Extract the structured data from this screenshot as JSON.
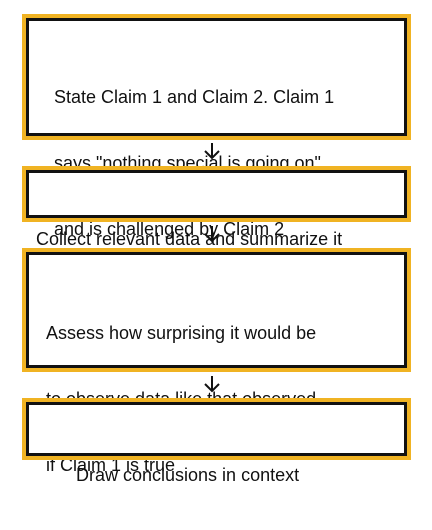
{
  "flowchart": {
    "steps": [
      {
        "lines": [
          "State Claim 1 and Claim 2. Claim 1",
          "says \"nothing special is going on\"",
          "and is challenged by Claim 2"
        ]
      },
      {
        "lines": [
          "Collect relevant data and summarize it"
        ]
      },
      {
        "lines": [
          "Assess how surprising it would be",
          "to observe data like that observed",
          "if Claim 1 is true"
        ]
      },
      {
        "lines": [
          "Draw conclusions in context"
        ]
      }
    ],
    "colors": {
      "outer_border": "#f0b323",
      "inner_border": "#111111",
      "text": "#111111",
      "arrow": "#111111"
    }
  }
}
